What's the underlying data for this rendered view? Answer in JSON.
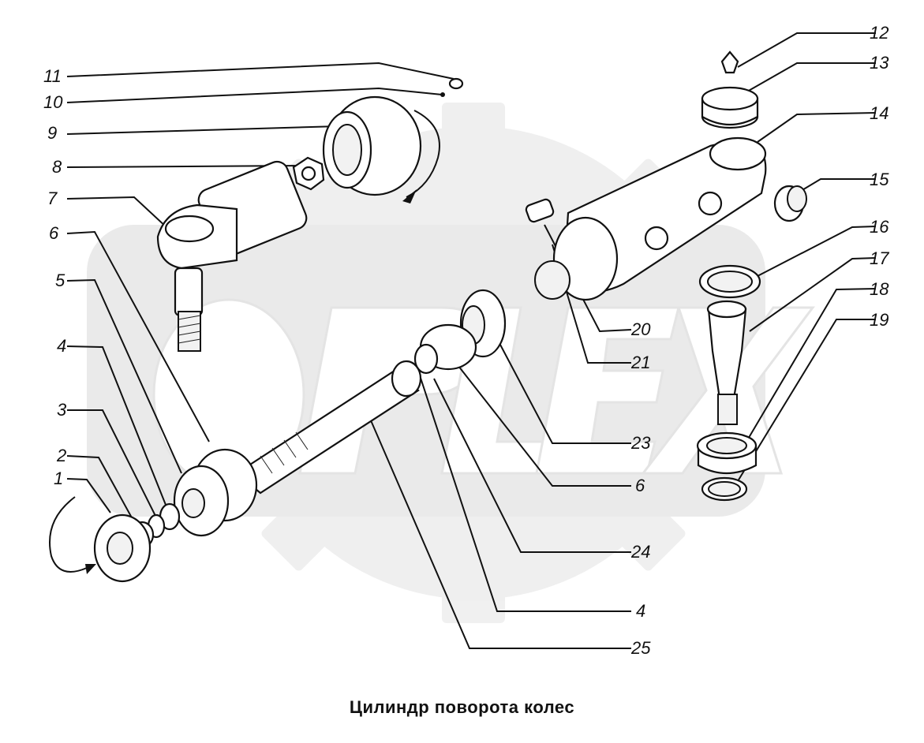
{
  "caption": "Цилиндр поворота колес",
  "watermark": "OPLEX",
  "callouts": {
    "c1": "1",
    "c2": "2",
    "c3": "3",
    "c4a": "4",
    "c5": "5",
    "c6a": "6",
    "c7": "7",
    "c8": "8",
    "c9": "9",
    "c10": "10",
    "c11": "11",
    "c12": "12",
    "c13": "13",
    "c14": "14",
    "c15": "15",
    "c16": "16",
    "c17": "17",
    "c18": "18",
    "c19": "19",
    "c20": "20",
    "c21": "21",
    "c23": "23",
    "c6b": "6",
    "c24": "24",
    "c4b": "4",
    "c25": "25"
  }
}
